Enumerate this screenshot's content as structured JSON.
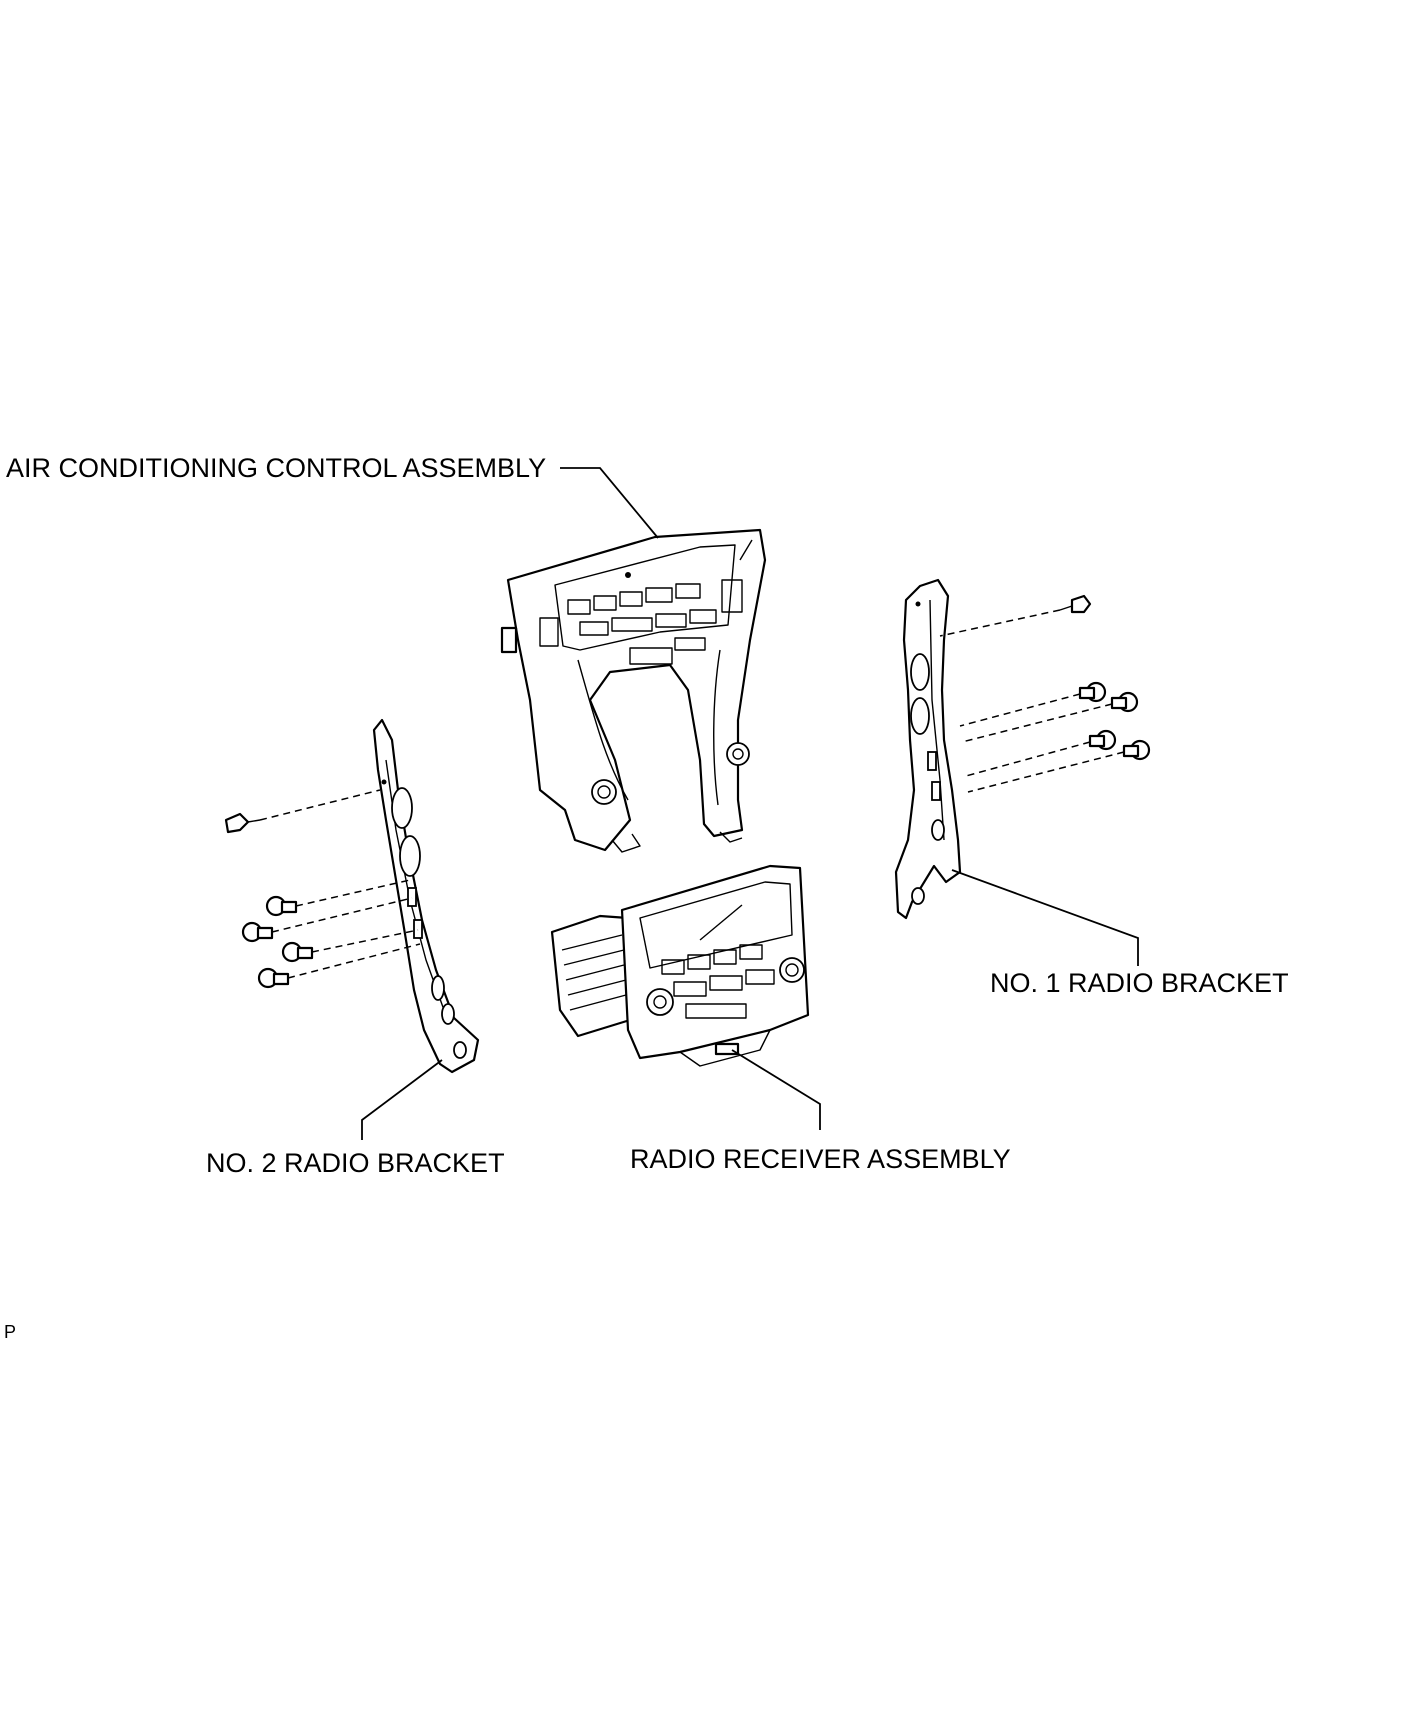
{
  "labels": {
    "air_conditioning": "AIR CONDITIONING CONTROL ASSEMBLY",
    "no1_bracket": "NO. 1 RADIO BRACKET",
    "no2_bracket": "NO. 2 RADIO BRACKET",
    "radio_receiver": "RADIO RECEIVER ASSEMBLY"
  },
  "corner_mark": "P",
  "colors": {
    "ink": "#000000",
    "background": "#ffffff"
  }
}
